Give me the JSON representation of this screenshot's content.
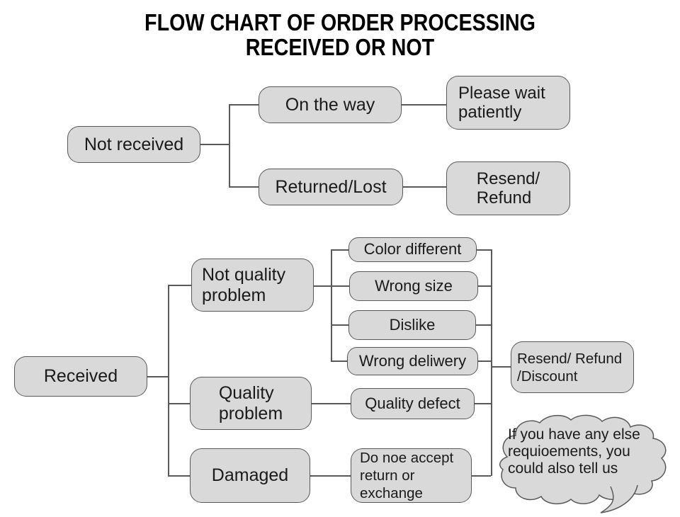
{
  "title": {
    "line1": "FLOW CHART OF ORDER PROCESSING",
    "line2": "RECEIVED OR NOT"
  },
  "colors": {
    "box_fill": "#d9d9d9",
    "box_border": "#595959",
    "connector": "#595959",
    "text": "#1a1a1a",
    "title_text": "#000000",
    "background": "#ffffff"
  },
  "flow": {
    "not_received": {
      "root": "Not received",
      "branches": [
        {
          "condition": "On the way",
          "action": "Please wait\npatiently"
        },
        {
          "condition": "Returned/Lost",
          "action": "Resend/\nRefund"
        }
      ]
    },
    "received": {
      "root": "Received",
      "branches": [
        {
          "category": "Not quality\nproblem",
          "reasons": [
            "Color different",
            "Wrong size",
            "Dislike",
            "Wrong deliwery"
          ]
        },
        {
          "category": "Quality\nproblem",
          "reasons": [
            "Quality defect"
          ]
        },
        {
          "category": "Damaged",
          "reasons": [
            "Do noe accept\nreturn or\nexchange"
          ]
        }
      ],
      "outcome": "Resend/ Refund\n/Discount"
    },
    "note": "If you have any else\nrequioements, you\ncould also tell us"
  }
}
